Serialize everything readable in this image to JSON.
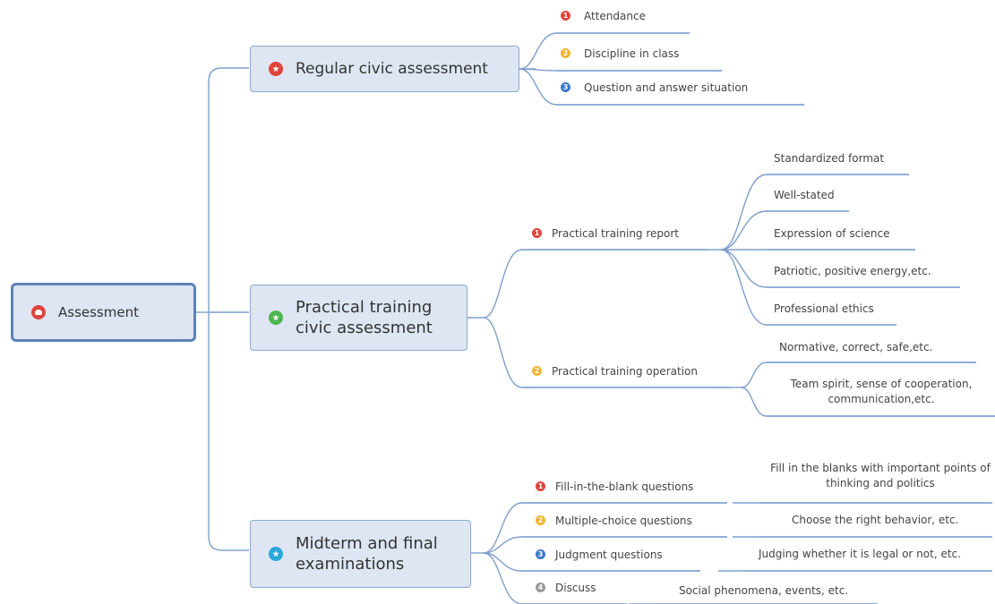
{
  "root": {
    "label": "Assessment",
    "icon": "minus-circle-icon",
    "color": "#e0443b"
  },
  "branches": [
    {
      "label": "Regular civic assessment",
      "icon": "star-icon",
      "color": "#e0443b",
      "children": [
        {
          "label": "Attendance",
          "priority": "1",
          "color": "#e0443b"
        },
        {
          "label": "Discipline in class",
          "priority": "2",
          "color": "#f0b431"
        },
        {
          "label": "Question and answer situation",
          "priority": "3",
          "color": "#3a78c9"
        }
      ]
    },
    {
      "label": "Practical training civic assessment",
      "icon": "star-icon",
      "color": "#4fb54f",
      "children": [
        {
          "label": "Practical training report",
          "priority": "1",
          "color": "#e0443b",
          "children": [
            "Standardized format",
            "Well-stated",
            "Expression of science",
            "Patriotic, positive energy,etc.",
            "Professional ethics"
          ]
        },
        {
          "label": "Practical training operation",
          "priority": "2",
          "color": "#f0b431",
          "children": [
            "Normative, correct, safe,etc.",
            "Team spirit, sense of cooperation, communication,etc."
          ]
        }
      ]
    },
    {
      "label": "Midterm and final examinations",
      "icon": "star-icon",
      "color": "#2aa7d8",
      "children": [
        {
          "label": "Fill-in-the-blank questions",
          "priority": "1",
          "color": "#e0443b",
          "children": [
            "Fill in the blanks with important points of thinking and politics"
          ]
        },
        {
          "label": "Multiple-choice questions",
          "priority": "2",
          "color": "#f0b431",
          "children": [
            "Choose the right behavior, etc."
          ]
        },
        {
          "label": "Judgment questions",
          "priority": "3",
          "color": "#3a78c9",
          "children": [
            "Judging whether it is legal or not, etc."
          ]
        },
        {
          "label": "Discuss",
          "priority": "4",
          "color": "#999999",
          "children": [
            "Social phenomena, events, etc."
          ]
        }
      ]
    }
  ]
}
